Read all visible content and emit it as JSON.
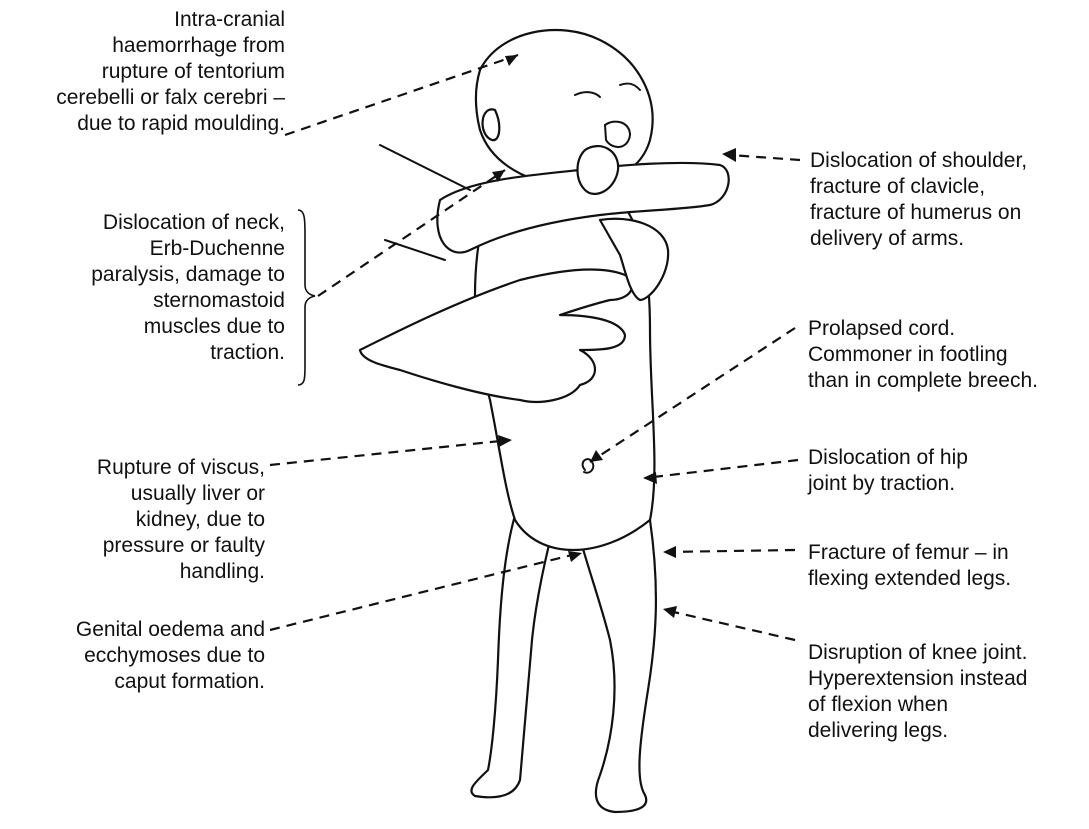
{
  "diagram": {
    "figure": "breech-delivery-infant",
    "labels_left": [
      {
        "id": "intracranial",
        "text": "Intra-cranial\nhaemorrhage from\nrupture of tentorium\ncerebelli or falx cerebri –\ndue to rapid moulding."
      },
      {
        "id": "neck",
        "text": "Dislocation of neck,\nErb-Duchenne\nparalysis, damage to\nsternomastoid\nmuscles due to\ntraction."
      },
      {
        "id": "viscus",
        "text": "Rupture of viscus,\nusually liver or\nkidney, due to\npressure or faulty\nhandling."
      },
      {
        "id": "genital",
        "text": "Genital oedema and\necchymoses due to\ncaput formation."
      }
    ],
    "labels_right": [
      {
        "id": "shoulder",
        "text": "Dislocation of shoulder,\nfracture of clavicle,\nfracture of humerus on\ndelivery of arms."
      },
      {
        "id": "cord",
        "text": "Prolapsed cord.\nCommoner in footling\nthan in complete breech."
      },
      {
        "id": "hip",
        "text": "Dislocation of hip\njoint by traction."
      },
      {
        "id": "femur",
        "text": "Fracture of femur – in\nflexing extended legs."
      },
      {
        "id": "knee",
        "text": "Disruption of knee joint.\nHyperextension instead\nof flexion when\ndelivering legs."
      }
    ],
    "line_color": "#111111"
  }
}
